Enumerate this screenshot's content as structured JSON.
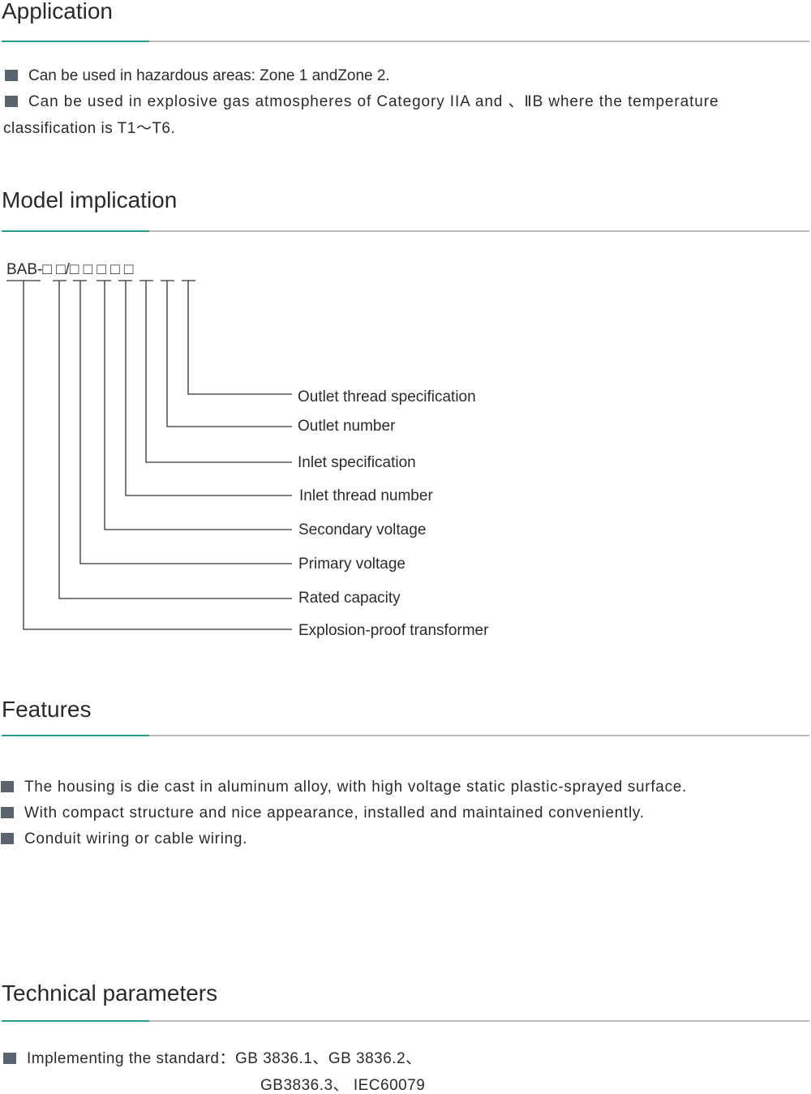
{
  "application": {
    "title": "Application",
    "line1": "Can be used in hazardous areas: Zone 1 andZone 2.",
    "line2a": "Can be used in explosive gas atmospheres of Category  IIA and 、ⅡB  where the temperature",
    "line2b": "classification is T1～T6."
  },
  "model": {
    "title": "Model implication",
    "code": "BAB-□ □/□ □ □ □ □",
    "labels": [
      "Outlet thread specification",
      "Outlet number",
      "Inlet specification",
      "Inlet thread number",
      "Secondary voltage",
      "Primary voltage",
      "Rated capacity",
      "Explosion-proof transformer"
    ]
  },
  "features": {
    "title": "Features",
    "items": [
      "The housing is die cast in aluminum alloy, with high voltage static plastic-sprayed surface.",
      "With compact structure and nice appearance, installed and maintained conveniently.",
      "Conduit wiring or cable wiring."
    ]
  },
  "technical": {
    "title": "Technical parameters",
    "standard_label": "Implementing the standard：",
    "standard_line1": "GB 3836.1、GB 3836.2、",
    "standard_line2": "GB3836.3、 IEC60079"
  },
  "colors": {
    "accent": "#2a9d8f",
    "rule": "#bdbdbd",
    "bullet": "#5a6470"
  }
}
